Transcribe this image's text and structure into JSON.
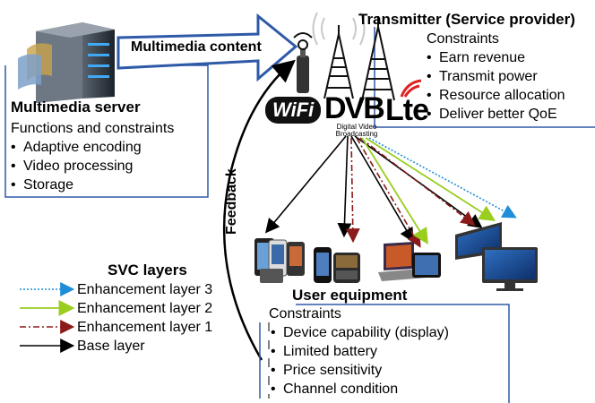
{
  "server": {
    "title": "Multimedia server",
    "subtitle": "Functions and constraints",
    "items": [
      "Adaptive encoding",
      "Video processing",
      "Storage"
    ]
  },
  "content_arrow_label": "Multimedia content",
  "feedback_label": "Feedback",
  "transmitter": {
    "title": "Transmitter (Service provider)",
    "subtitle": "Constraints",
    "items": [
      "Earn revenue",
      "Transmit power",
      "Resource allocation",
      "Deliver better QoE"
    ]
  },
  "logos": {
    "wifi": "WiFi",
    "dvb": "DVB",
    "dvb_sub": "Digital Video Broadcasting",
    "lte": "Lte"
  },
  "svc": {
    "title": "SVC layers",
    "layers": [
      {
        "label": "Enhancement layer 3",
        "color": "#1e8ed8",
        "style": "dotted"
      },
      {
        "label": "Enhancement layer 2",
        "color": "#9acd1e",
        "style": "solid"
      },
      {
        "label": "Enhancement layer 1",
        "color": "#8b1a1a",
        "style": "dashdot"
      },
      {
        "label": "Base layer",
        "color": "#000000",
        "style": "solid"
      }
    ]
  },
  "user_equipment": {
    "title": "User equipment",
    "subtitle": "Constraints",
    "items": [
      "Device capability (display)",
      "Limited battery",
      "Price sensitivity",
      "Channel condition"
    ]
  }
}
